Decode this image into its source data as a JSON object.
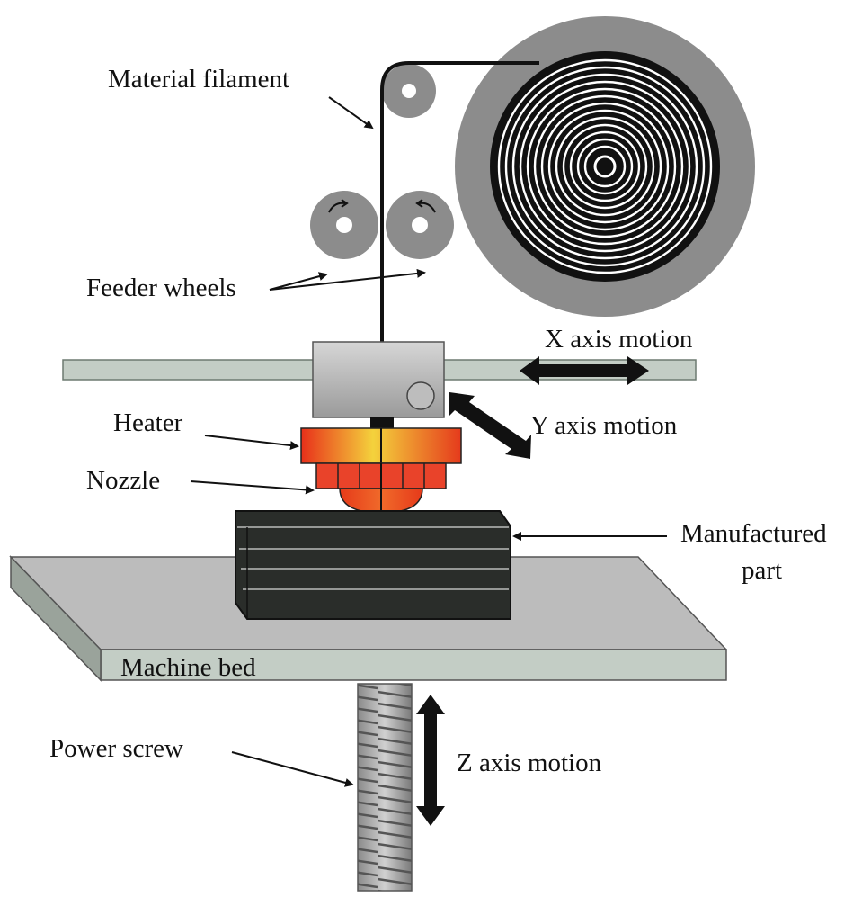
{
  "labels": {
    "material_filament": "Material filament",
    "feeder_wheels": "Feeder wheels",
    "x_axis_motion": "X axis motion",
    "y_axis_motion": "Y axis motion",
    "heater": "Heater",
    "nozzle": "Nozzle",
    "manufactured_part_line1": "Manufactured",
    "manufactured_part_line2": "part",
    "machine_bed": "Machine bed",
    "power_screw": "Power screw",
    "z_axis_motion": "Z axis motion"
  },
  "colors": {
    "spool": "#8c8c8c",
    "wheel": "#8c8c8c",
    "rail": "#c3cdc5",
    "carriage": "#c8c8c8",
    "heater_hot": "#e83a18",
    "heater_warm": "#f1d13b",
    "part": "#2a2d2a",
    "bed_top": "#bcbcbc",
    "bed_front": "#c3cdc5",
    "screw": "#a9a9a9"
  }
}
